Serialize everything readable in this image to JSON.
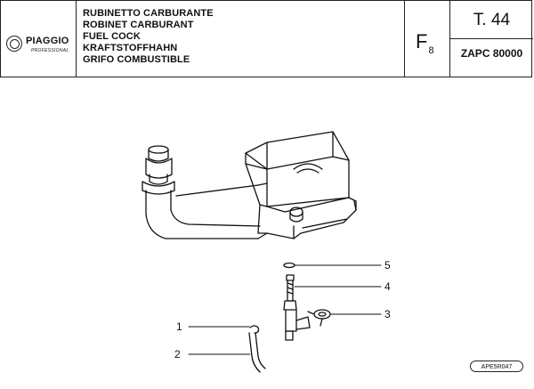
{
  "header": {
    "brand": "PIAGGIO",
    "brand_sub": "PROFESSIONAL",
    "titles": [
      "RUBINETTO CARBURANTE",
      "ROBINET CARBURANT",
      "FUEL COCK",
      "KRAFTSTOFFHAHN",
      "GRIFO COMBUSTIBLE"
    ],
    "code_letter": "F",
    "code_sub": "8",
    "table_no": "T. 44",
    "engine_code": "ZAPC 80000"
  },
  "callouts": {
    "c1": "1",
    "c2": "2",
    "c3": "3",
    "c4": "4",
    "c5": "5"
  },
  "reference": "APE5R047"
}
